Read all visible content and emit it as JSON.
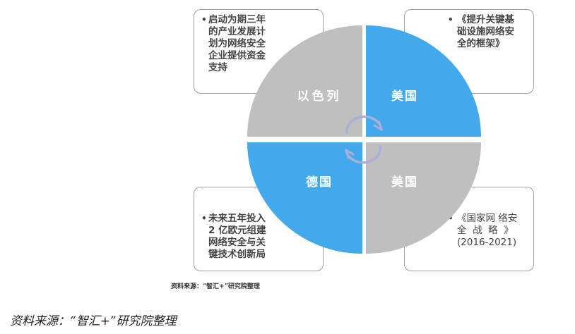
{
  "colors": {
    "gray_quadrant": "#bfbfbf",
    "blue_quadrant": "#41a9ec",
    "arrow": "#a9b0d8",
    "box_border": "#a0a0a0",
    "box_text": "#444444"
  },
  "quadrants": {
    "top_left": {
      "label": "以色列",
      "color": "gray"
    },
    "top_right": {
      "label": "美国",
      "color": "blue"
    },
    "bottom_left": {
      "label": "德国",
      "color": "blue"
    },
    "bottom_right": {
      "label": "美国",
      "color": "gray"
    }
  },
  "boxes": {
    "top_left": {
      "bullet": "•",
      "text": "启动为期三年\n的产业发展计\n划为网络安全\n企业提供资金\n支持"
    },
    "top_right": {
      "bullet": "•",
      "text": "《提升关键基\n础设施网络安\n全的框架》"
    },
    "bottom_left": {
      "bullet": "•",
      "text": "未来五年投入\n2 亿欧元组建\n网络安全与关\n键技术创新局"
    },
    "bottom_right": {
      "bullet": "•",
      "text": "《国家网 络安\n全  战  略  》\n(2016-2021)"
    }
  },
  "center_icon": "cycle-arrows-icon",
  "source_small": "资料来源：“智汇+”研究院整理",
  "source_main": "资料来源：“智汇+”研究院整理"
}
